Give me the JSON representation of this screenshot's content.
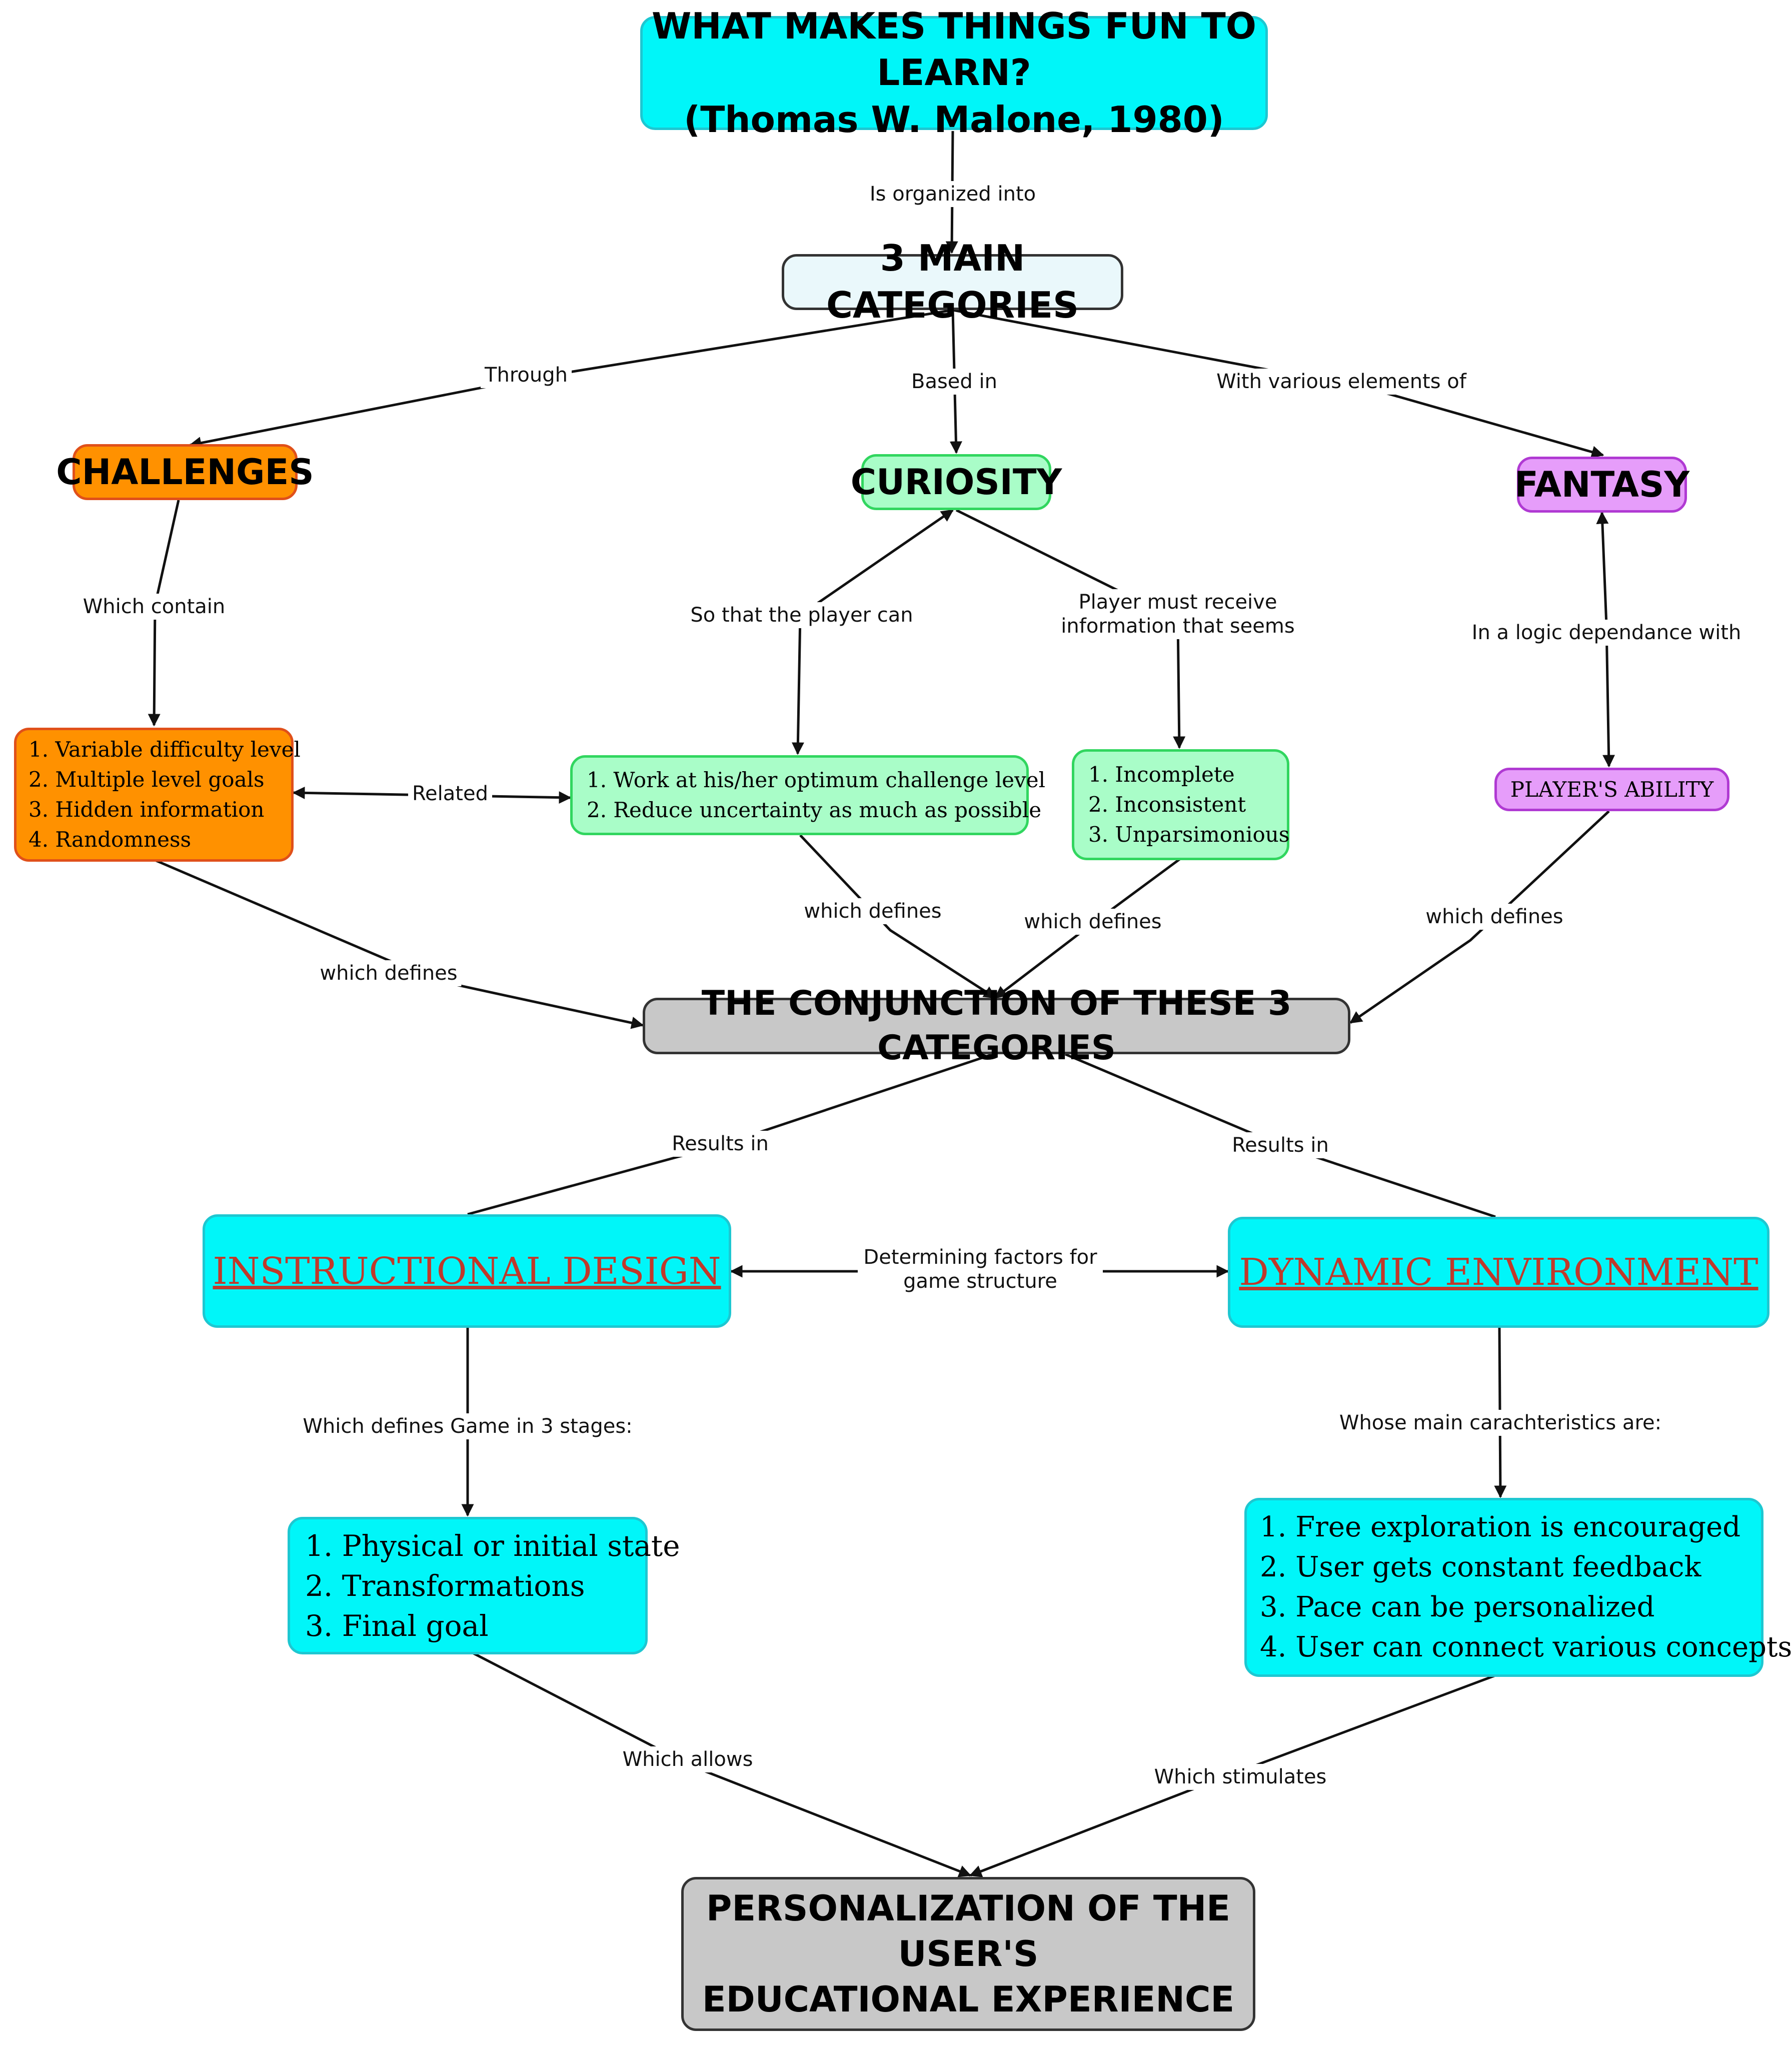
{
  "colors": {
    "cyan": "#00f6f9",
    "light_cyan": "#eaf8fb",
    "orange": "#ff9100",
    "orange_border": "#e0501a",
    "green": "#a9fdc8",
    "green_border": "#31d65f",
    "violet": "#e69dfa",
    "violet_border": "#b03ad3",
    "gray": "#c8c8c8",
    "link_red": "#c0392b",
    "edge": "#111111"
  },
  "nodes": {
    "title": {
      "line1": "WHAT MAKES THINGS FUN TO LEARN?",
      "line2": "(Thomas W. Malone, 1980)"
    },
    "main_categories": {
      "label": "3 MAIN CATEGORIES"
    },
    "challenges": {
      "label": "CHALLENGES"
    },
    "curiosity": {
      "label": "CURIOSITY"
    },
    "fantasy": {
      "label": "FANTASY"
    },
    "challenges_list": {
      "items": [
        "1. Variable difficulty level",
        "2. Multiple level goals",
        "3. Hidden information",
        "4. Randomness"
      ]
    },
    "curiosity_player_list": {
      "items": [
        "1. Work at his/her optimum challenge level",
        "2. Reduce uncertainty as much as possible"
      ]
    },
    "curiosity_info_list": {
      "items": [
        "1. Incomplete",
        "2. Inconsistent",
        "3. Unparsimonious"
      ]
    },
    "players_ability": {
      "label": "PLAYER'S ABILITY"
    },
    "conjunction": {
      "label": "THE CONJUNCTION OF THESE 3 CATEGORIES"
    },
    "instructional_design": {
      "label": "INSTRUCTIONAL DESIGN"
    },
    "dynamic_environment": {
      "label": "DYNAMIC ENVIRONMENT"
    },
    "stages_list": {
      "items": [
        "1. Physical or initial state",
        "2. Transformations",
        "3. Final goal"
      ]
    },
    "characteristics_list": {
      "items": [
        "1. Free exploration is encouraged",
        "2. User gets constant feedback",
        "3. Pace can be personalized",
        "4. User can connect various concepts"
      ]
    },
    "personalization": {
      "line1": "PERSONALIZATION OF THE USER'S",
      "line2": "EDUCATIONAL EXPERIENCE"
    }
  },
  "edge_labels": {
    "organized": "Is organized into",
    "through": "Through",
    "based_in": "Based in",
    "various_elements": "With various elements of",
    "which_contain": "Which contain",
    "so_that": "So that the player can",
    "must_receive_1": "Player must receive",
    "must_receive_2": "information that seems",
    "logic_dependance": "In a logic dependance with",
    "related": "Related",
    "defines_challenges": "which defines",
    "defines_player": "which defines",
    "defines_info": "which defines",
    "defines_ability": "which defines",
    "results_left": "Results in",
    "results_right": "Results in",
    "determining_1": "Determining factors for",
    "determining_2": "game structure",
    "defines_game": "Which defines Game in 3 stages:",
    "main_characteristics": "Whose main carachteristics are:",
    "which_allows": "Which allows",
    "which_stimulates": "Which stimulates"
  }
}
